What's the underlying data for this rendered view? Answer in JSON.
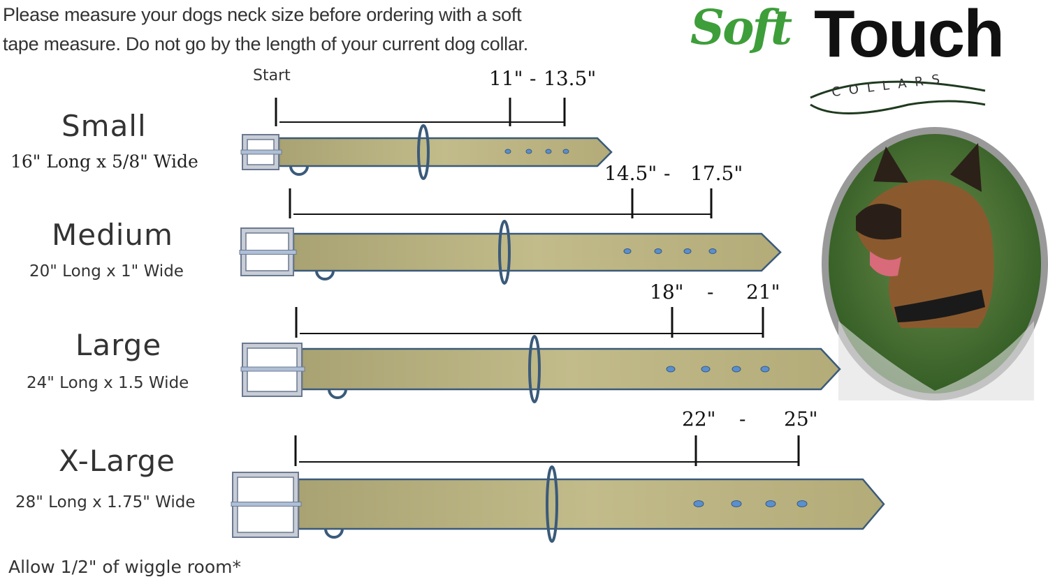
{
  "intro": {
    "line1": "Please measure your dogs neck size before ordering with a soft",
    "line2": "tape measure. Do not go by the length of your current dog collar."
  },
  "logo": {
    "soft": "Soft",
    "touch": "Touch",
    "collars": "COLLARS",
    "brand_color": "#3e9e3a"
  },
  "start_label": "Start",
  "sizes": [
    {
      "name": "Small",
      "dims": "16\" Long x 5/8\" Wide",
      "min": "11\"",
      "sep": "-",
      "max": "13.5\""
    },
    {
      "name": "Medium",
      "dims": "20\" Long x 1\" Wide",
      "min": "14.5\"",
      "sep": "-",
      "max": "17.5\""
    },
    {
      "name": "Large",
      "dims": "24\" Long x 1.5 Wide",
      "min": "18\"",
      "sep": "-",
      "max": "21\""
    },
    {
      "name": "X-Large",
      "dims": "28\" Long x 1.75\" Wide",
      "min": "22\"",
      "sep": "-",
      "max": "25\""
    }
  ],
  "note": "Allow 1/2\" of wiggle room*",
  "photo": {
    "subject": "german-shepherd-wearing-collar"
  },
  "colors": {
    "strap": "#b8b07e",
    "outline": "#3a5a7a",
    "buckle": "#c8cdd6",
    "hole": "#5a8fd0"
  }
}
